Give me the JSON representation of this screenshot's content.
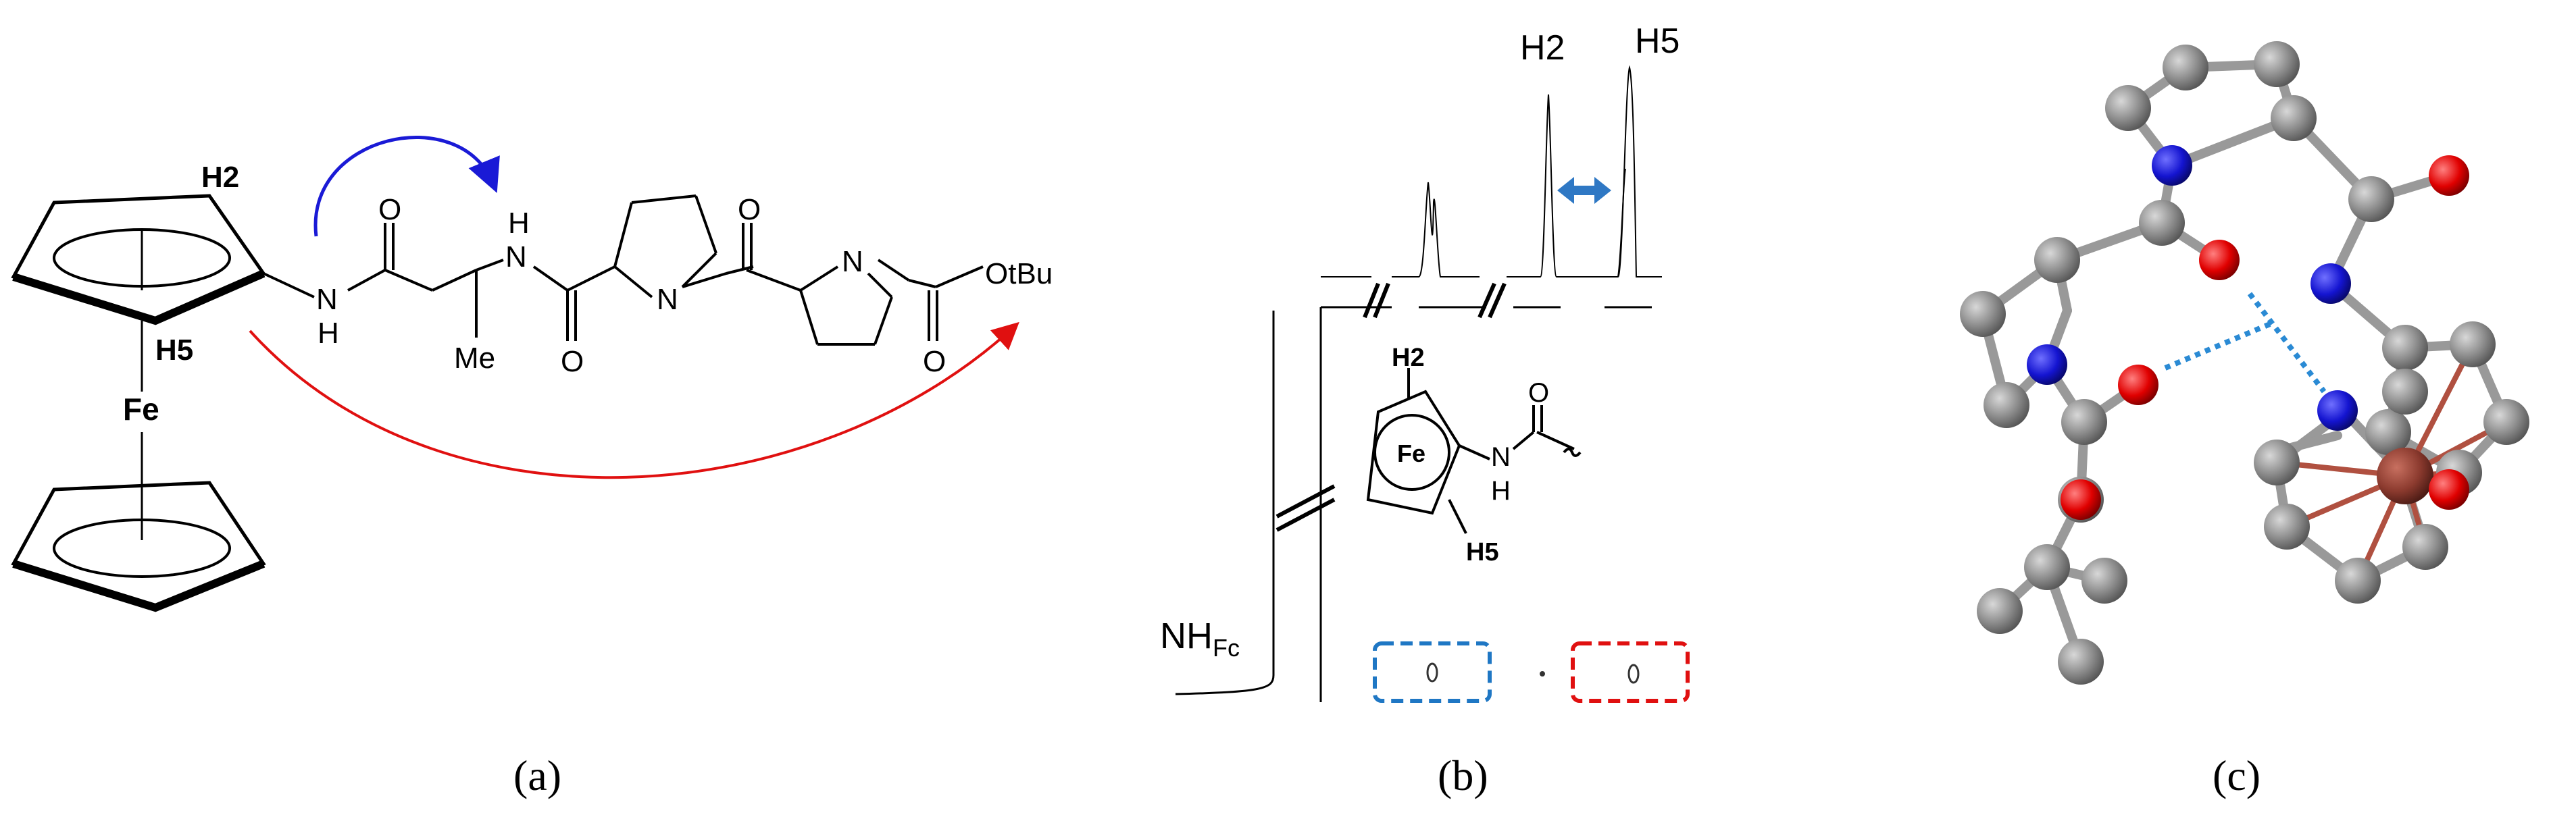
{
  "panel_a": {
    "label_h2": "H2",
    "label_h5": "H5",
    "label_fe": "Fe",
    "label_nh_n1": "N",
    "label_nh_h1": "H",
    "label_o1": "O",
    "label_h2n": "H",
    "label_n2": "N",
    "label_me": "Me",
    "label_o2": "O",
    "label_n3": "N",
    "label_o3": "O",
    "label_n4": "N",
    "label_o4": "O",
    "label_otbu": "OtBu",
    "caption": "(a)",
    "arrow_blue_color": "#1a1ad6",
    "arrow_red_color": "#e01010"
  },
  "panel_b": {
    "peak_h2": "H2",
    "peak_h5": "H5",
    "label_nhfc_main": "NH",
    "label_nhfc_sub": "Fc",
    "inset_h2": "H2",
    "inset_h5": "H5",
    "inset_fe": "Fe",
    "inset_n": "N",
    "inset_h": "H",
    "inset_o": "O",
    "caption": "(b)",
    "arrow_color": "#2f78c4",
    "box_blue_color": "#1f77c4",
    "box_red_color": "#e01010"
  },
  "panel_c": {
    "caption": "(c)",
    "atom_carbon_color": "#8a8a8a",
    "atom_nitrogen_color": "#1414d0",
    "atom_oxygen_color": "#e00000",
    "atom_iron_color": "#8b3a2e",
    "hbond_color": "#2a8ad4"
  }
}
